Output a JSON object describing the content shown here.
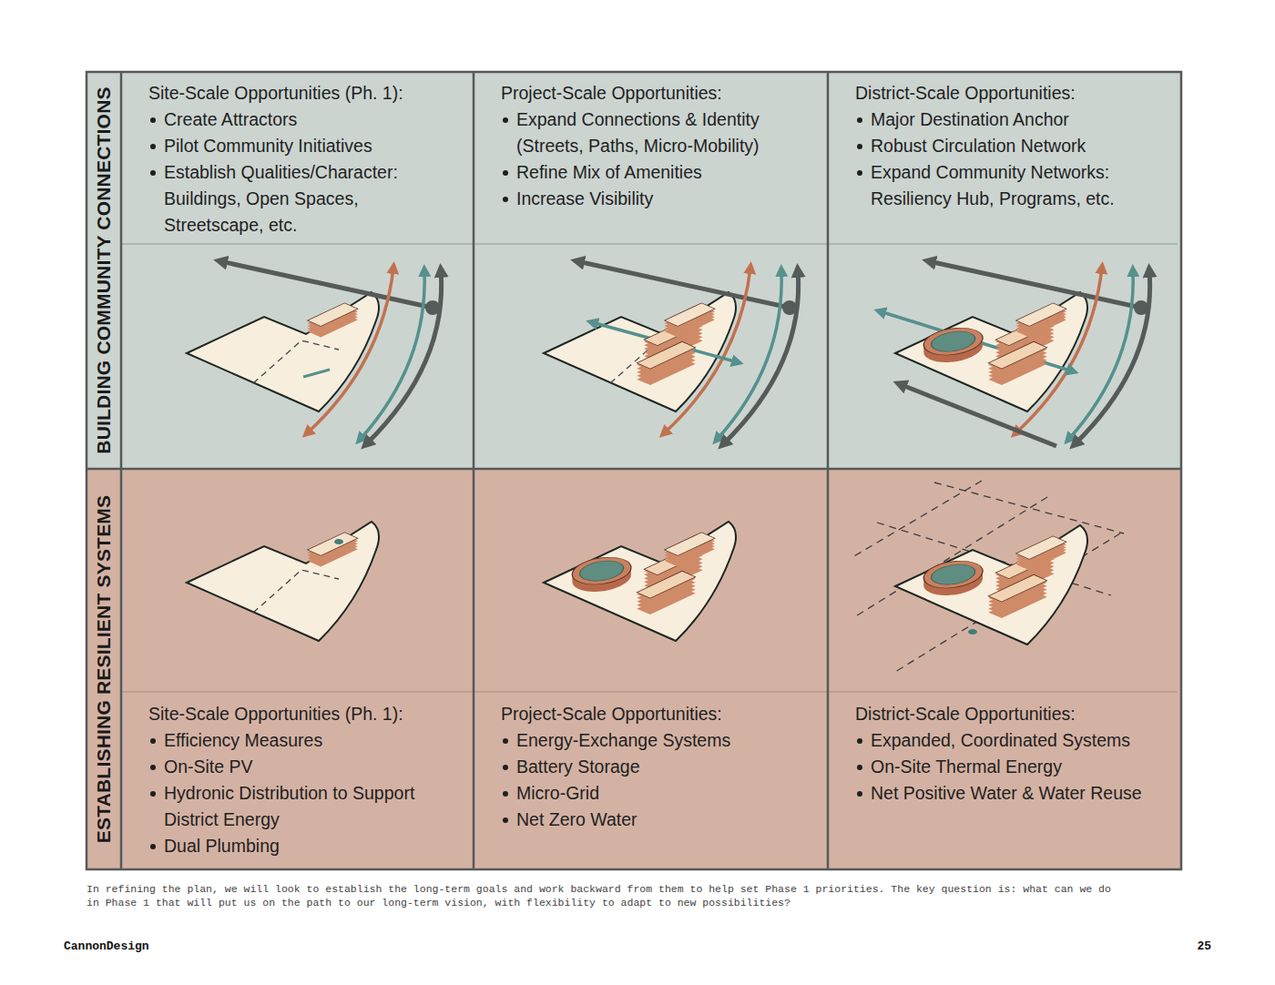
{
  "diagram": {
    "caption": "In refining the plan, we will look to establish the long-term goals and work backward from them to help set Phase 1 priorities. The key question is: what can we do in Phase 1 that will put us on the path to our long-term vision, with flexibility to adapt to new possibilities?",
    "nodes": [
      {
        "text": [
          "BUILDING COMMUNITY CONNECTIONS"
        ]
      },
      {
        "text": [
          "Site-Scale Opportunities (Ph. 1):",
          "Create Attractors",
          "Pilot Community Initiatives",
          "Establish Qualities/Character: Buildings, Open Spaces, Streetscape, etc."
        ],
        "in": 0
      },
      {
        "text": [
          "Project-Scale Opportunities:",
          "Expand Connections & Identity (Streets, Paths, Micro-Mobility)",
          "Refine Mix of Amenities",
          "Increase Visibility"
        ],
        "in": 0
      },
      {
        "text": [
          "District-Scale Opportunities:",
          "Major Destination Anchor",
          "Robust Circulation Network",
          "Expand Community Networks: Resiliency Hub, Programs, etc."
        ],
        "in": 0
      },
      {
        "text": [
          "ESTABLISHING RESILIENT SYSTEMS"
        ]
      },
      {
        "text": [
          "Site-Scale Opportunities (Ph. 1):",
          "Efficiency Measures",
          "On-Site PV",
          "Hydronic Distribution to Support District Energy",
          "Dual Plumbing"
        ],
        "in": 4
      },
      {
        "text": [
          "Project-Scale Opportunities:",
          "Energy-Exchange Systems",
          "Battery Storage",
          "Micro-Grid",
          "Net Zero Water"
        ],
        "in": 4
      },
      {
        "text": [
          "District-Scale Opportunities:",
          "Expanded, Coordinated Systems",
          "On-Site Thermal Energy",
          "Net Positive Water & Water Reuse"
        ],
        "in": 4
      }
    ],
    "labels": [
      "CannonDesign",
      "25"
    ]
  }
}
